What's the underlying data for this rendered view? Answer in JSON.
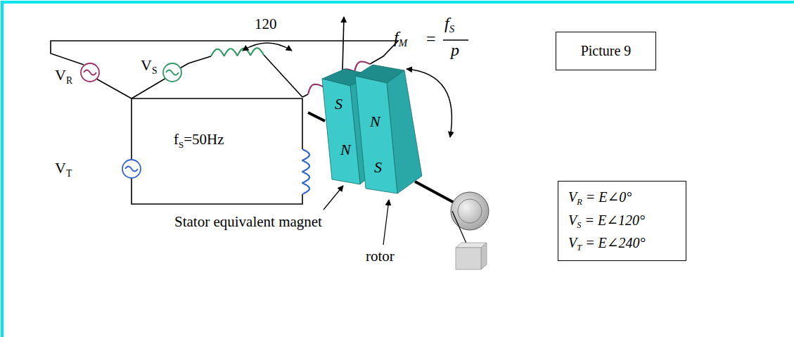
{
  "diagram": {
    "nodes": [
      {
        "text": [
          "S",
          "N"
        ]
      },
      {
        "text": [
          "N",
          "S"
        ]
      },
      {
        "text": [
          "Picture 9"
        ]
      },
      {
        "text": [
          "VR = E∠0°",
          "VS = E∠120°",
          "VT = E∠240°"
        ]
      }
    ],
    "labels": [
      "VR",
      "VS",
      "VT",
      "120",
      "fS=50Hz",
      "fM",
      "=",
      "fS",
      "p",
      "Stator equivalent magnet",
      "rotor"
    ]
  }
}
